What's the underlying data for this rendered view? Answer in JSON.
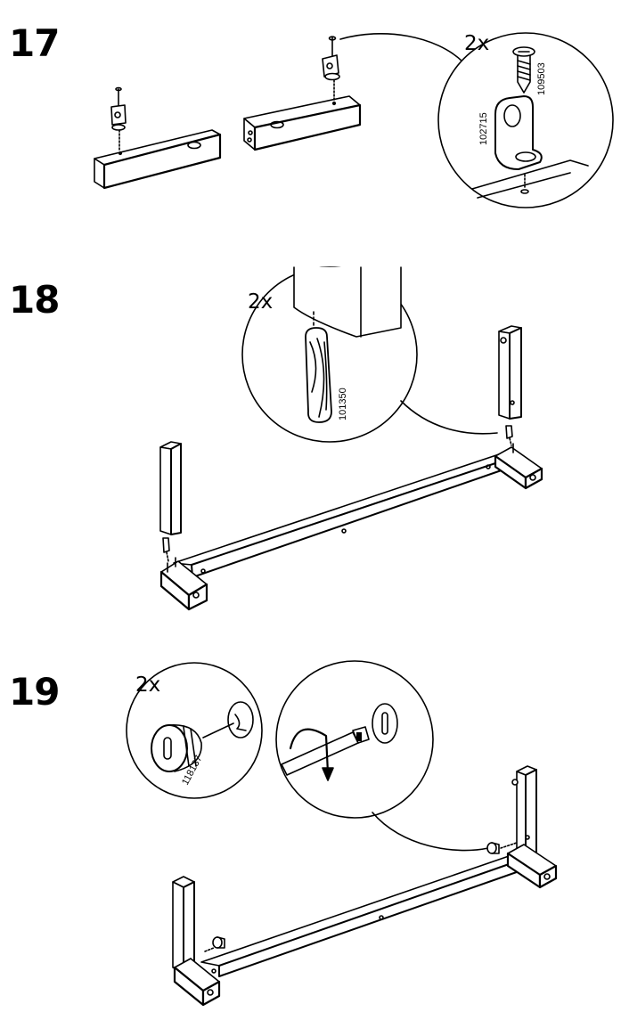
{
  "steps": [
    {
      "number": "17",
      "quantity": "2x",
      "part_numbers": [
        "109503",
        "102715"
      ]
    },
    {
      "number": "18",
      "quantity": "2x",
      "part_numbers": [
        "101350"
      ]
    },
    {
      "number": "19",
      "quantity": "2x",
      "part_numbers": [
        "118137"
      ]
    }
  ],
  "colors": {
    "ink": "#000000",
    "paper": "#ffffff"
  }
}
